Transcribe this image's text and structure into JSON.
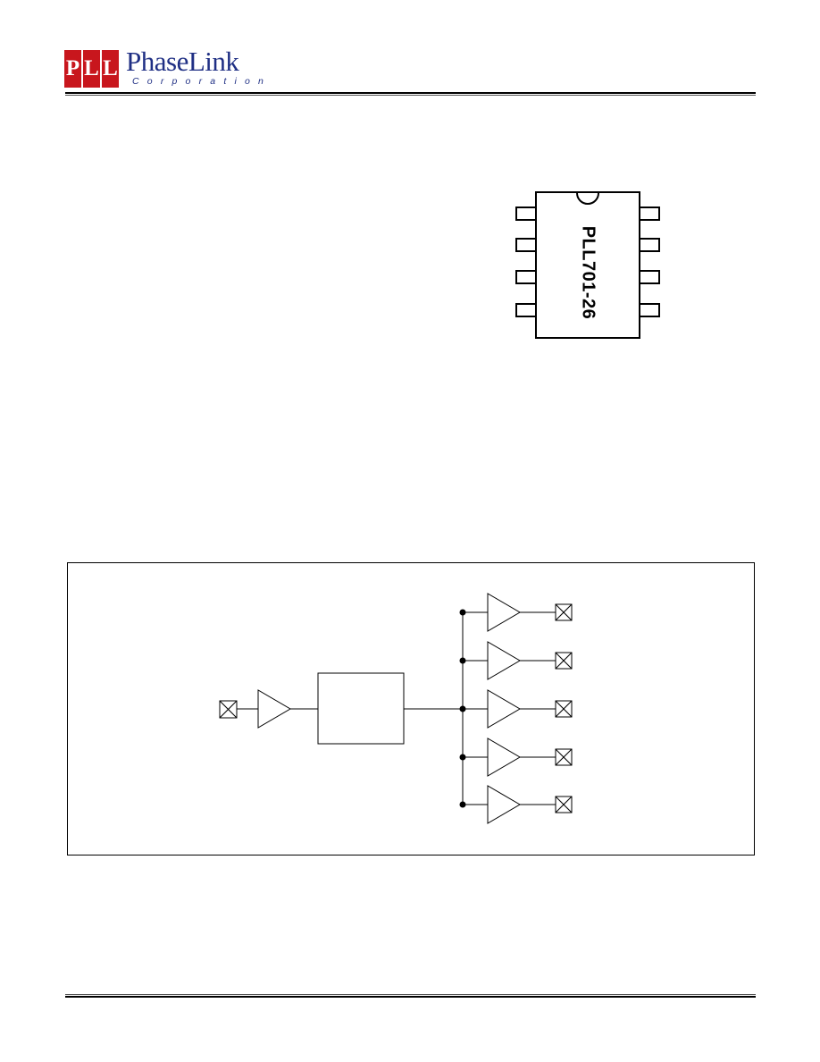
{
  "header": {
    "logo_letters": [
      "P",
      "L",
      "L"
    ],
    "brand_name": "PhaseLink",
    "brand_sub": "Corporation"
  },
  "package": {
    "label": "PLL701-26",
    "pins_per_side": 4
  },
  "block_diagram": {
    "input_pads": 1,
    "output_buffers": 5
  },
  "colors": {
    "logo_red": "#c8161d",
    "logo_blue": "#1f2f84",
    "line": "#000000"
  }
}
